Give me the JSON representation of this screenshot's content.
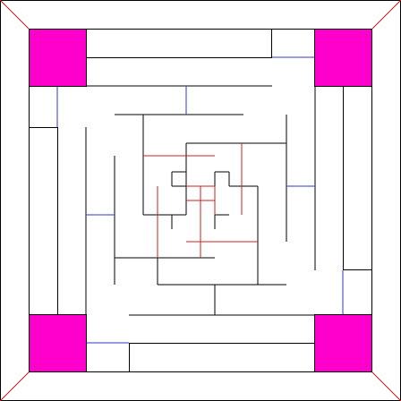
{
  "diagram": {
    "kind": "maze-like line drawing",
    "text": "",
    "colors": {
      "background": "#ffffff",
      "wall": "#000000",
      "connector_blue": "#3333cc",
      "accent_red": "#cc2222",
      "corner_block": "#ff00cc"
    },
    "corner_blocks": [
      "top-left",
      "top-right",
      "bottom-left",
      "bottom-right"
    ]
  }
}
